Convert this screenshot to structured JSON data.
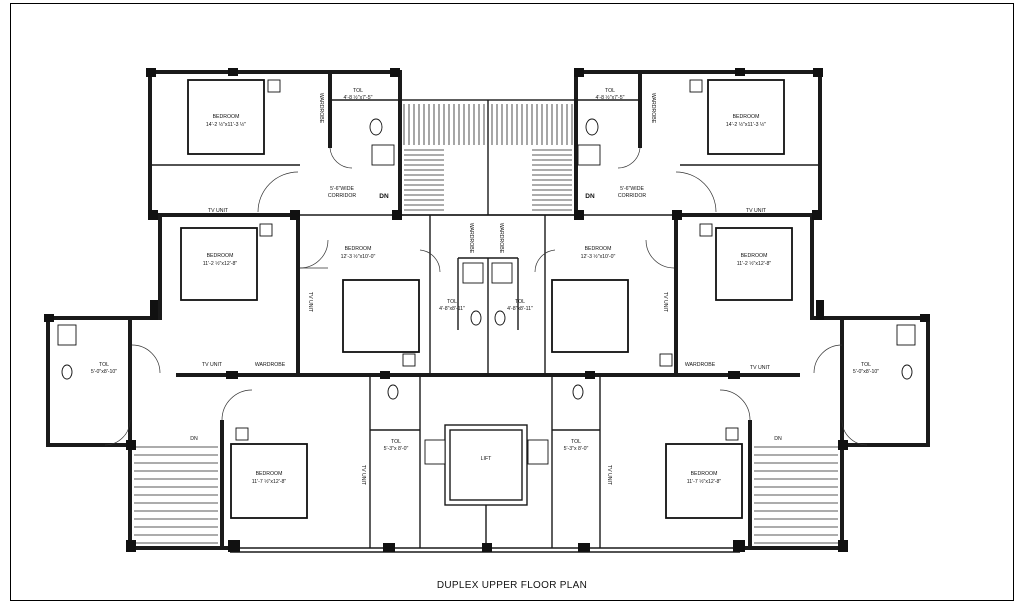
{
  "caption": "DUPLEX UPPER FLOOR PLAN",
  "labels": {
    "bedroom": "BEDROOM",
    "toilet": "TOL",
    "wardrobe": "WARDROBE",
    "tv_unit": "TV UNIT",
    "dn": "DN",
    "corridor_l1": "5'-6\"WIDE",
    "corridor_l2": "CORRIDOR",
    "lift": "LIFT"
  },
  "rooms": {
    "bed_top_left_dim": "14'-2 ½\"x11'-3 ½\"",
    "bed_top_right_dim": "14'-2 ½\"x11'-3 ½\"",
    "bed_mid_left_dim": "11'-2 ½\"x12'-8\"",
    "bed_mid_right_dim": "11'-2 ½\"x12'-8\"",
    "bed_center_left_dim": "12'-3 ½\"x10'-0\"",
    "bed_center_right_dim": "12'-3 ½\"x10'-0\"",
    "bed_bottom_left_dim": "11'-7 ½\"x12'-8\"",
    "bed_bottom_right_dim": "11'-7 ½\"x12'-8\"",
    "toilet_top_left_dim": "4'-8 ½\"x7'-5\"",
    "toilet_top_right_dim": "4'-8 ½\"x7'-5\"",
    "toilet_center_left_dim": "4'-8\"x8'-11\"",
    "toilet_center_right_dim": "4'-8\"x8'-11\"",
    "toilet_side_left_dim": "5'-0\"x8'-10\"",
    "toilet_side_right_dim": "5'-0\"x8'-10\"",
    "toilet_bottom_left_dim": "5'-3\"x 8'-0\"",
    "toilet_bottom_right_dim": "5'-3\"x 8'-0\""
  }
}
